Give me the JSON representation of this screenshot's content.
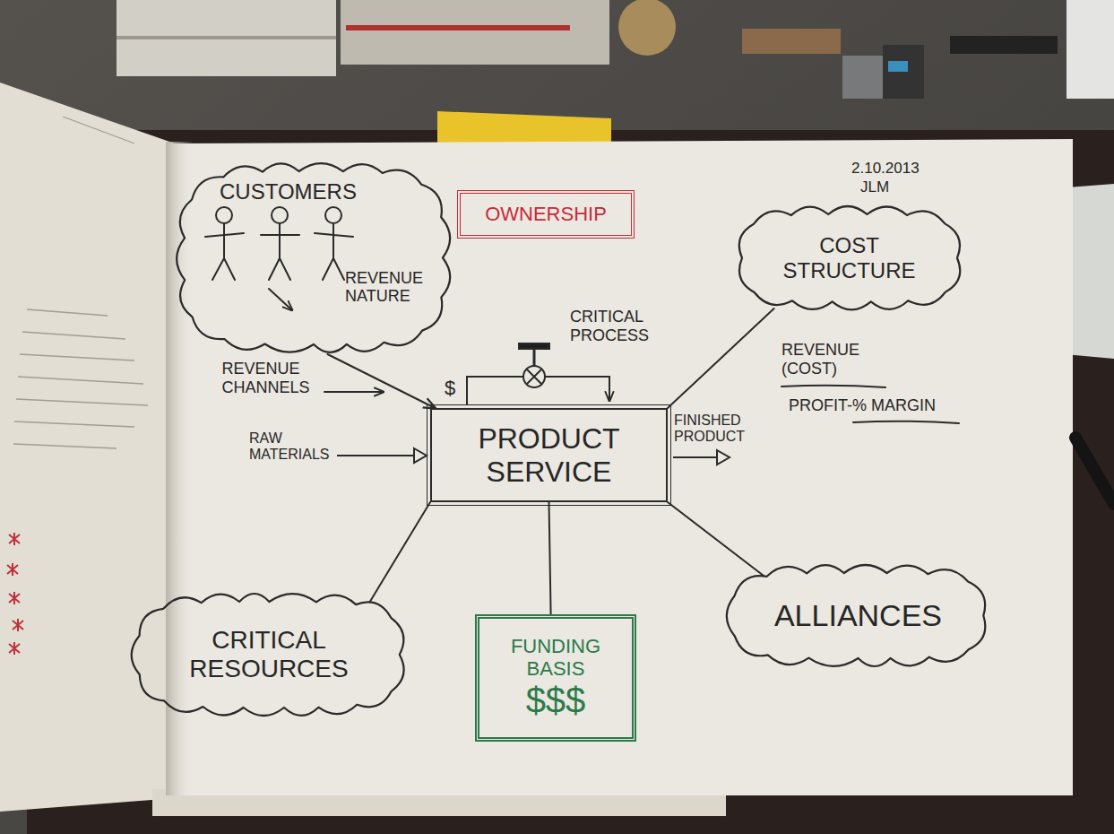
{
  "diagram": {
    "nodes": [
      {
        "text": [
          "CUSTOMERS",
          "REVENUE NATURE"
        ]
      },
      {
        "text": [
          "OWNERSHIP"
        ]
      },
      {
        "text": [
          "COST STRUCTURE"
        ]
      },
      {
        "text": [
          "PRODUCT SERVICE"
        ]
      },
      {
        "text": [
          "CRITICAL RESOURCES"
        ]
      },
      {
        "text": [
          "FUNDING BASIS",
          "$$$"
        ]
      },
      {
        "text": [
          "ALLIANCES"
        ]
      }
    ],
    "edges": [
      {
        "from": 0,
        "to": 3,
        "arrow": "to",
        "label": "REVENUE CHANNELS"
      },
      {
        "from": 3,
        "to": 2,
        "arrow": "none"
      },
      {
        "from": 3,
        "to": 4,
        "arrow": "none"
      },
      {
        "from": 3,
        "to": 5,
        "arrow": "none"
      },
      {
        "from": 3,
        "to": 6,
        "arrow": "none"
      }
    ],
    "labels": [
      "2.10.2013",
      "JLM",
      "CRITICAL PROCESS",
      "$",
      "RAW MATERIALS",
      "FINISHED PRODUCT",
      "REVENUE (COST)",
      "PROFIT-% MARGIN"
    ]
  }
}
